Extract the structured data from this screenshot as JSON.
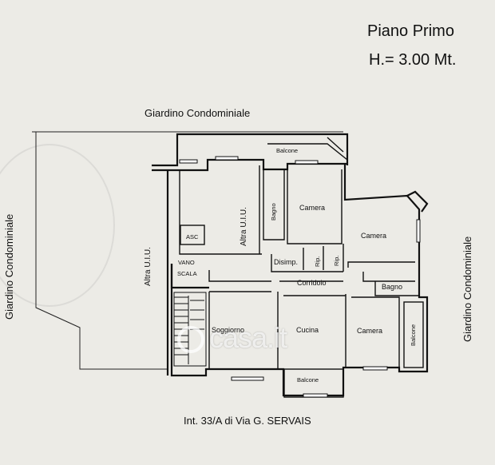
{
  "header": {
    "floor_title": "Piano Primo",
    "height_label": "H.= 3.00 Mt."
  },
  "surroundings": {
    "garden_top": "Giardino Condominiale",
    "garden_left": "Giardino Condominiale",
    "garden_right": "Giardino Condominiale"
  },
  "rooms": {
    "balcone_top": "Balcone",
    "bagno_1": "Bagno",
    "camera_1": "Camera",
    "altra_uiu_center": "Altra U.I.U.",
    "camera_2": "Camera",
    "asc": "ASC",
    "altra_uiu_left": "Altra U.I.U.",
    "vano": "VANO",
    "scala": "SCALA",
    "disimp": "Disimp.",
    "rip_1": "Rip.",
    "rip_2": "Rip.",
    "corridoio": "Corridoio",
    "bagno_2": "Bagno",
    "soggiorno": "Soggiorno",
    "cucina": "Cucina",
    "camera_3": "Camera",
    "balcone_right": "Balcone",
    "balcone_bottom": "Balcone"
  },
  "footer": {
    "address": "Int. 33/A di Via G. SERVAIS"
  },
  "watermark": {
    "brand": "casa.it"
  }
}
